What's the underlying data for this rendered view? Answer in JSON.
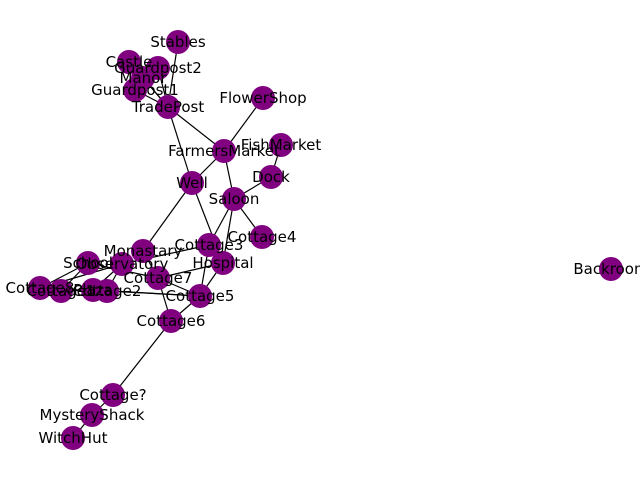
{
  "graph": {
    "node_color": "#800080",
    "edge_color": "#000000",
    "nodes": [
      {
        "id": "Stables",
        "label": "Stables"
      },
      {
        "id": "Castle",
        "label": "Castle"
      },
      {
        "id": "Guardpost2",
        "label": "Guardpost2"
      },
      {
        "id": "Manor",
        "label": "Manor"
      },
      {
        "id": "Guardpost1",
        "label": "Guardpost1"
      },
      {
        "id": "TradePost",
        "label": "TradePost"
      },
      {
        "id": "FlowerShop",
        "label": "FlowerShop"
      },
      {
        "id": "FishMarket",
        "label": "FishMarket"
      },
      {
        "id": "FarmersMarket",
        "label": "FarmersMarket"
      },
      {
        "id": "Dock",
        "label": "Dock"
      },
      {
        "id": "Well",
        "label": "Well"
      },
      {
        "id": "Saloon",
        "label": "Saloon"
      },
      {
        "id": "Cottage4",
        "label": "Cottage4"
      },
      {
        "id": "Monastary",
        "label": "Monastary"
      },
      {
        "id": "Cottage3",
        "label": "Cottage3"
      },
      {
        "id": "School",
        "label": "School"
      },
      {
        "id": "Observatory",
        "label": "Observatory"
      },
      {
        "id": "Hospital",
        "label": "Hospital"
      },
      {
        "id": "Cottage7",
        "label": "Cottage7"
      },
      {
        "id": "Cottage8",
        "label": "Cottage8"
      },
      {
        "id": "Cottage1",
        "label": "Cottage1"
      },
      {
        "id": "Plaza",
        "label": "Plaza"
      },
      {
        "id": "Cottage2",
        "label": "Cottage2"
      },
      {
        "id": "Cottage5",
        "label": "Cottage5"
      },
      {
        "id": "Cottage6",
        "label": "Cottage6"
      },
      {
        "id": "CottageQ",
        "label": "Cottage?"
      },
      {
        "id": "MysteryShack",
        "label": "MysteryShack"
      },
      {
        "id": "WitchHut",
        "label": "WitchHut"
      },
      {
        "id": "Backroom",
        "label": "Backroom"
      }
    ],
    "edges": [
      [
        "Stables",
        "TradePost"
      ],
      [
        "Castle",
        "TradePost"
      ],
      [
        "Guardpost2",
        "TradePost"
      ],
      [
        "Manor",
        "TradePost"
      ],
      [
        "Guardpost1",
        "TradePost"
      ],
      [
        "Manor",
        "Guardpost2"
      ],
      [
        "TradePost",
        "FarmersMarket"
      ],
      [
        "TradePost",
        "Well"
      ],
      [
        "FlowerShop",
        "FarmersMarket"
      ],
      [
        "FishMarket",
        "Dock"
      ],
      [
        "FarmersMarket",
        "Well"
      ],
      [
        "FarmersMarket",
        "Saloon"
      ],
      [
        "Dock",
        "Saloon"
      ],
      [
        "Saloon",
        "Cottage4"
      ],
      [
        "Saloon",
        "Cottage3"
      ],
      [
        "Saloon",
        "Hospital"
      ],
      [
        "Well",
        "Monastary"
      ],
      [
        "Well",
        "Hospital"
      ],
      [
        "Cottage3",
        "Observatory"
      ],
      [
        "Cottage3",
        "Cottage5"
      ],
      [
        "Hospital",
        "Cottage7"
      ],
      [
        "Hospital",
        "Cottage5"
      ],
      [
        "Monastary",
        "Cottage7"
      ],
      [
        "School",
        "Cottage7"
      ],
      [
        "School",
        "Cottage1"
      ],
      [
        "School",
        "Cottage8"
      ],
      [
        "Observatory",
        "Cottage8"
      ],
      [
        "Observatory",
        "Plaza"
      ],
      [
        "Observatory",
        "Cottage2"
      ],
      [
        "Cottage1",
        "Plaza"
      ],
      [
        "Cottage2",
        "Cottage5"
      ],
      [
        "Plaza",
        "Cottage5"
      ],
      [
        "Cottage7",
        "Cottage5"
      ],
      [
        "Cottage7",
        "Cottage6"
      ],
      [
        "Cottage5",
        "Cottage6"
      ],
      [
        "Cottage6",
        "CottageQ"
      ],
      [
        "CottageQ",
        "MysteryShack"
      ],
      [
        "MysteryShack",
        "WitchHut"
      ]
    ]
  }
}
